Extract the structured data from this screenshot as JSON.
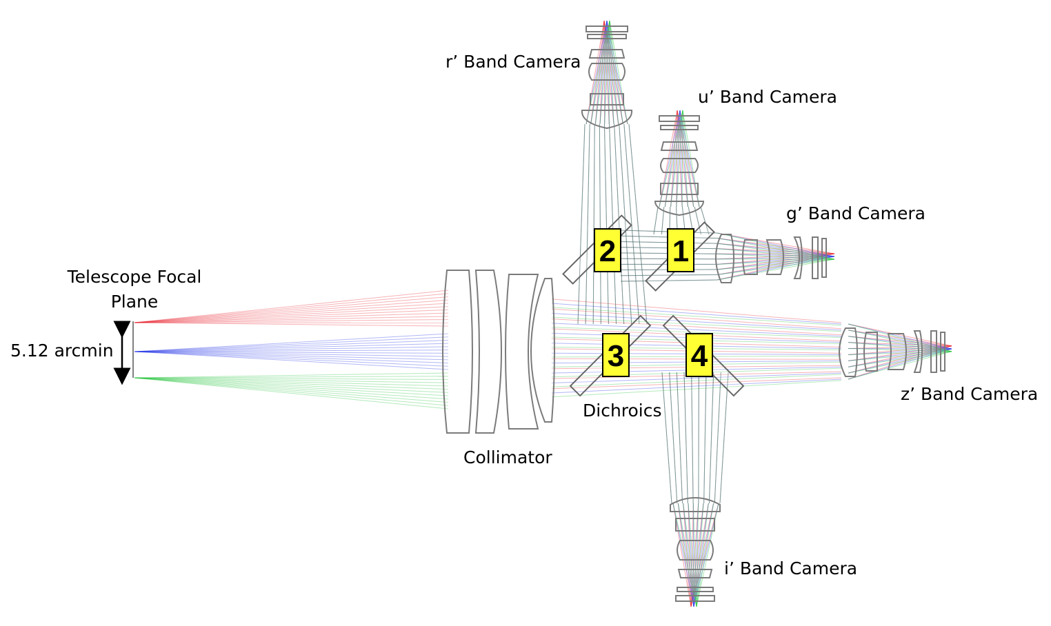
{
  "labels": {
    "r_camera": "r’ Band Camera",
    "u_camera": "u’ Band Camera",
    "g_camera": "g’ Band Camera",
    "z_camera": "z’ Band Camera",
    "i_camera": "i’ Band Camera",
    "focal_plane_line1": "Telescope Focal",
    "focal_plane_line2": "Plane",
    "field_size": "5.12 arcmin",
    "collimator": "Collimator",
    "dichroics": "Dichroics"
  },
  "dichroic_numbers": [
    "1",
    "2",
    "3",
    "4"
  ],
  "colors": {
    "ray_red": "#e8202a",
    "ray_green": "#22c43a",
    "ray_blue": "#1e2ee6",
    "badge_fill": "#ffff33",
    "lens_stroke": "#7a7a7a"
  }
}
